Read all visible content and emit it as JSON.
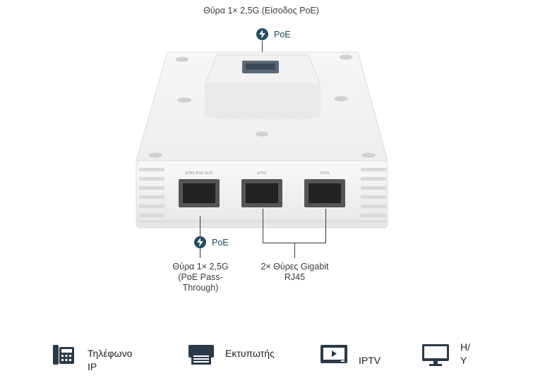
{
  "top": {
    "port_label": "Θύρα 1× 2,5G (Είσοδος PoE)",
    "poe": "PoE"
  },
  "bottom": {
    "poe": "PoE",
    "passthrough_line1": "Θύρα 1× 2,5G",
    "passthrough_line2": "(PoE Pass-",
    "passthrough_line3": "Through)",
    "gigabit_line1": "2× Θύρες Gigabit",
    "gigabit_line2": "RJ45"
  },
  "ports": {
    "eth3": "ETH3 (PoE OUT)",
    "eth2": "ETH2",
    "eth1": "ETH1"
  },
  "devices": [
    {
      "line1": "Τηλέφωνο",
      "line2": "IP",
      "icon": "ip-phone-icon"
    },
    {
      "line1": "Εκτυπωτής",
      "line2": "",
      "icon": "printer-icon"
    },
    {
      "line1": "IPTV",
      "line2": "",
      "icon": "iptv-icon"
    },
    {
      "line1": "Η/",
      "line2": "Υ",
      "icon": "pc-icon"
    }
  ]
}
